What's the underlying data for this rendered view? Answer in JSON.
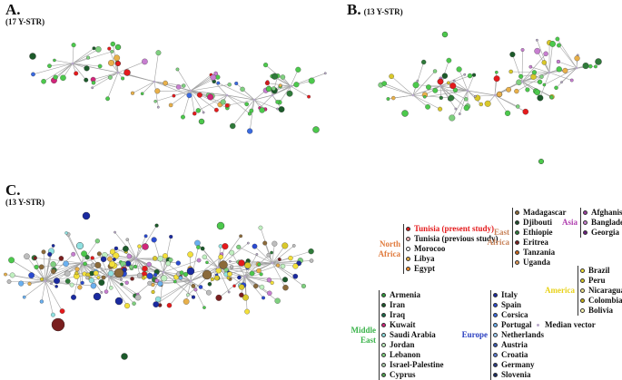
{
  "panels": [
    {
      "letter": "A.",
      "subtitle": "(17 Y-STR)"
    },
    {
      "letter": "B.",
      "subtitle": "(13 Y-STR)"
    },
    {
      "letter": "C.",
      "subtitle": "(13 Y-STR)"
    }
  ],
  "legend": {
    "groups": [
      {
        "name": "North Africa",
        "name_lines": [
          "North",
          "Africa"
        ],
        "color": "#e07a3c",
        "items": [
          {
            "label": "Tunisia (present study)",
            "color": "#e41a1c",
            "label_color": "#e41a1c"
          },
          {
            "label": "Tunisia (previous study)",
            "color": "#f4b6b6",
            "label_color": "#111111"
          },
          {
            "label": "Morocoo",
            "color": "#ffffff",
            "label_color": "#111111"
          },
          {
            "label": "Libya",
            "color": "#e8b04a",
            "label_color": "#111111"
          },
          {
            "label": "Egypt",
            "color": "#f28c2a",
            "label_color": "#111111"
          }
        ]
      },
      {
        "name": "East Africa",
        "name_lines": [
          "East",
          "Africa"
        ],
        "color": "#c8835a",
        "items": [
          {
            "label": "Madagascar",
            "color": "#8b6a3a",
            "label_color": "#111111"
          },
          {
            "label": "Djibouti",
            "color": "#1f4d2a",
            "label_color": "#111111"
          },
          {
            "label": "Ethiopie",
            "color": "#2f7a3a",
            "label_color": "#111111"
          },
          {
            "label": "Eritrea",
            "color": "#7a1f1f",
            "label_color": "#111111"
          },
          {
            "label": "Tanzania",
            "color": "#c7641a",
            "label_color": "#111111"
          },
          {
            "label": "Uganda",
            "color": "#e09a5a",
            "label_color": "#111111"
          }
        ]
      },
      {
        "name": "Asia",
        "name_lines": [
          "Asia"
        ],
        "color": "#b040b0",
        "items": [
          {
            "label": "Afghanistan",
            "color": "#9a3fa0",
            "label_color": "#111111"
          },
          {
            "label": "Bangladesh",
            "color": "#c77ed0",
            "label_color": "#111111"
          },
          {
            "label": "Georgia",
            "color": "#6a1f80",
            "label_color": "#111111"
          }
        ]
      },
      {
        "name": "America",
        "name_lines": [
          "America"
        ],
        "color": "#e8d21a",
        "items": [
          {
            "label": "Brazil",
            "color": "#f3e03a",
            "label_color": "#111111"
          },
          {
            "label": "Peru",
            "color": "#d9c82a",
            "label_color": "#111111"
          },
          {
            "label": "Nicaragua",
            "color": "#ede08a",
            "label_color": "#111111"
          },
          {
            "label": "Colombia",
            "color": "#c9b21a",
            "label_color": "#111111"
          },
          {
            "label": "Bolivia",
            "color": "#fff7b0",
            "label_color": "#111111"
          }
        ]
      },
      {
        "name": "Middle East",
        "name_lines": [
          "Middle",
          "East"
        ],
        "color": "#3ab34a",
        "items": [
          {
            "label": "Armenia",
            "color": "#2f9a3a",
            "label_color": "#111111"
          },
          {
            "label": "Iran",
            "color": "#1c5a2a",
            "label_color": "#111111"
          },
          {
            "label": "Iraq",
            "color": "#1b6b4a",
            "label_color": "#111111"
          },
          {
            "label": "Kuwait",
            "color": "#d0257a",
            "label_color": "#111111"
          },
          {
            "label": "Saudi Arabia",
            "color": "#8fe0e0",
            "label_color": "#111111"
          },
          {
            "label": "Jordan",
            "color": "#c0f0c0",
            "label_color": "#111111"
          },
          {
            "label": "Lebanon",
            "color": "#7fd07f",
            "label_color": "#111111"
          },
          {
            "label": "Israel-Palestine",
            "color": "#a8c8a8",
            "label_color": "#111111"
          },
          {
            "label": "Cyprus",
            "color": "#4fa04f",
            "label_color": "#111111"
          }
        ]
      },
      {
        "name": "Europe",
        "name_lines": [
          "Europe"
        ],
        "color": "#2a3fc0",
        "items": [
          {
            "label": "Italy",
            "color": "#1a2aa0",
            "label_color": "#111111"
          },
          {
            "label": "Spain",
            "color": "#2a4ad0",
            "label_color": "#111111"
          },
          {
            "label": "Corsica",
            "color": "#3a6ae0",
            "label_color": "#111111"
          },
          {
            "label": "Portugal",
            "color": "#6ab0f0",
            "label_color": "#111111"
          },
          {
            "label": "Netherlands",
            "color": "#a0d0f8",
            "label_color": "#111111"
          },
          {
            "label": "Austria",
            "color": "#3a5ab0",
            "label_color": "#111111"
          },
          {
            "label": "Croatia",
            "color": "#5a7ad0",
            "label_color": "#111111"
          },
          {
            "label": "Germany",
            "color": "#2a3a80",
            "label_color": "#111111"
          },
          {
            "label": "Slovenia",
            "color": "#1a2a60",
            "label_color": "#111111"
          }
        ]
      }
    ],
    "median_vector": {
      "label": "Median vector",
      "color": "#b7a7c9"
    }
  }
}
